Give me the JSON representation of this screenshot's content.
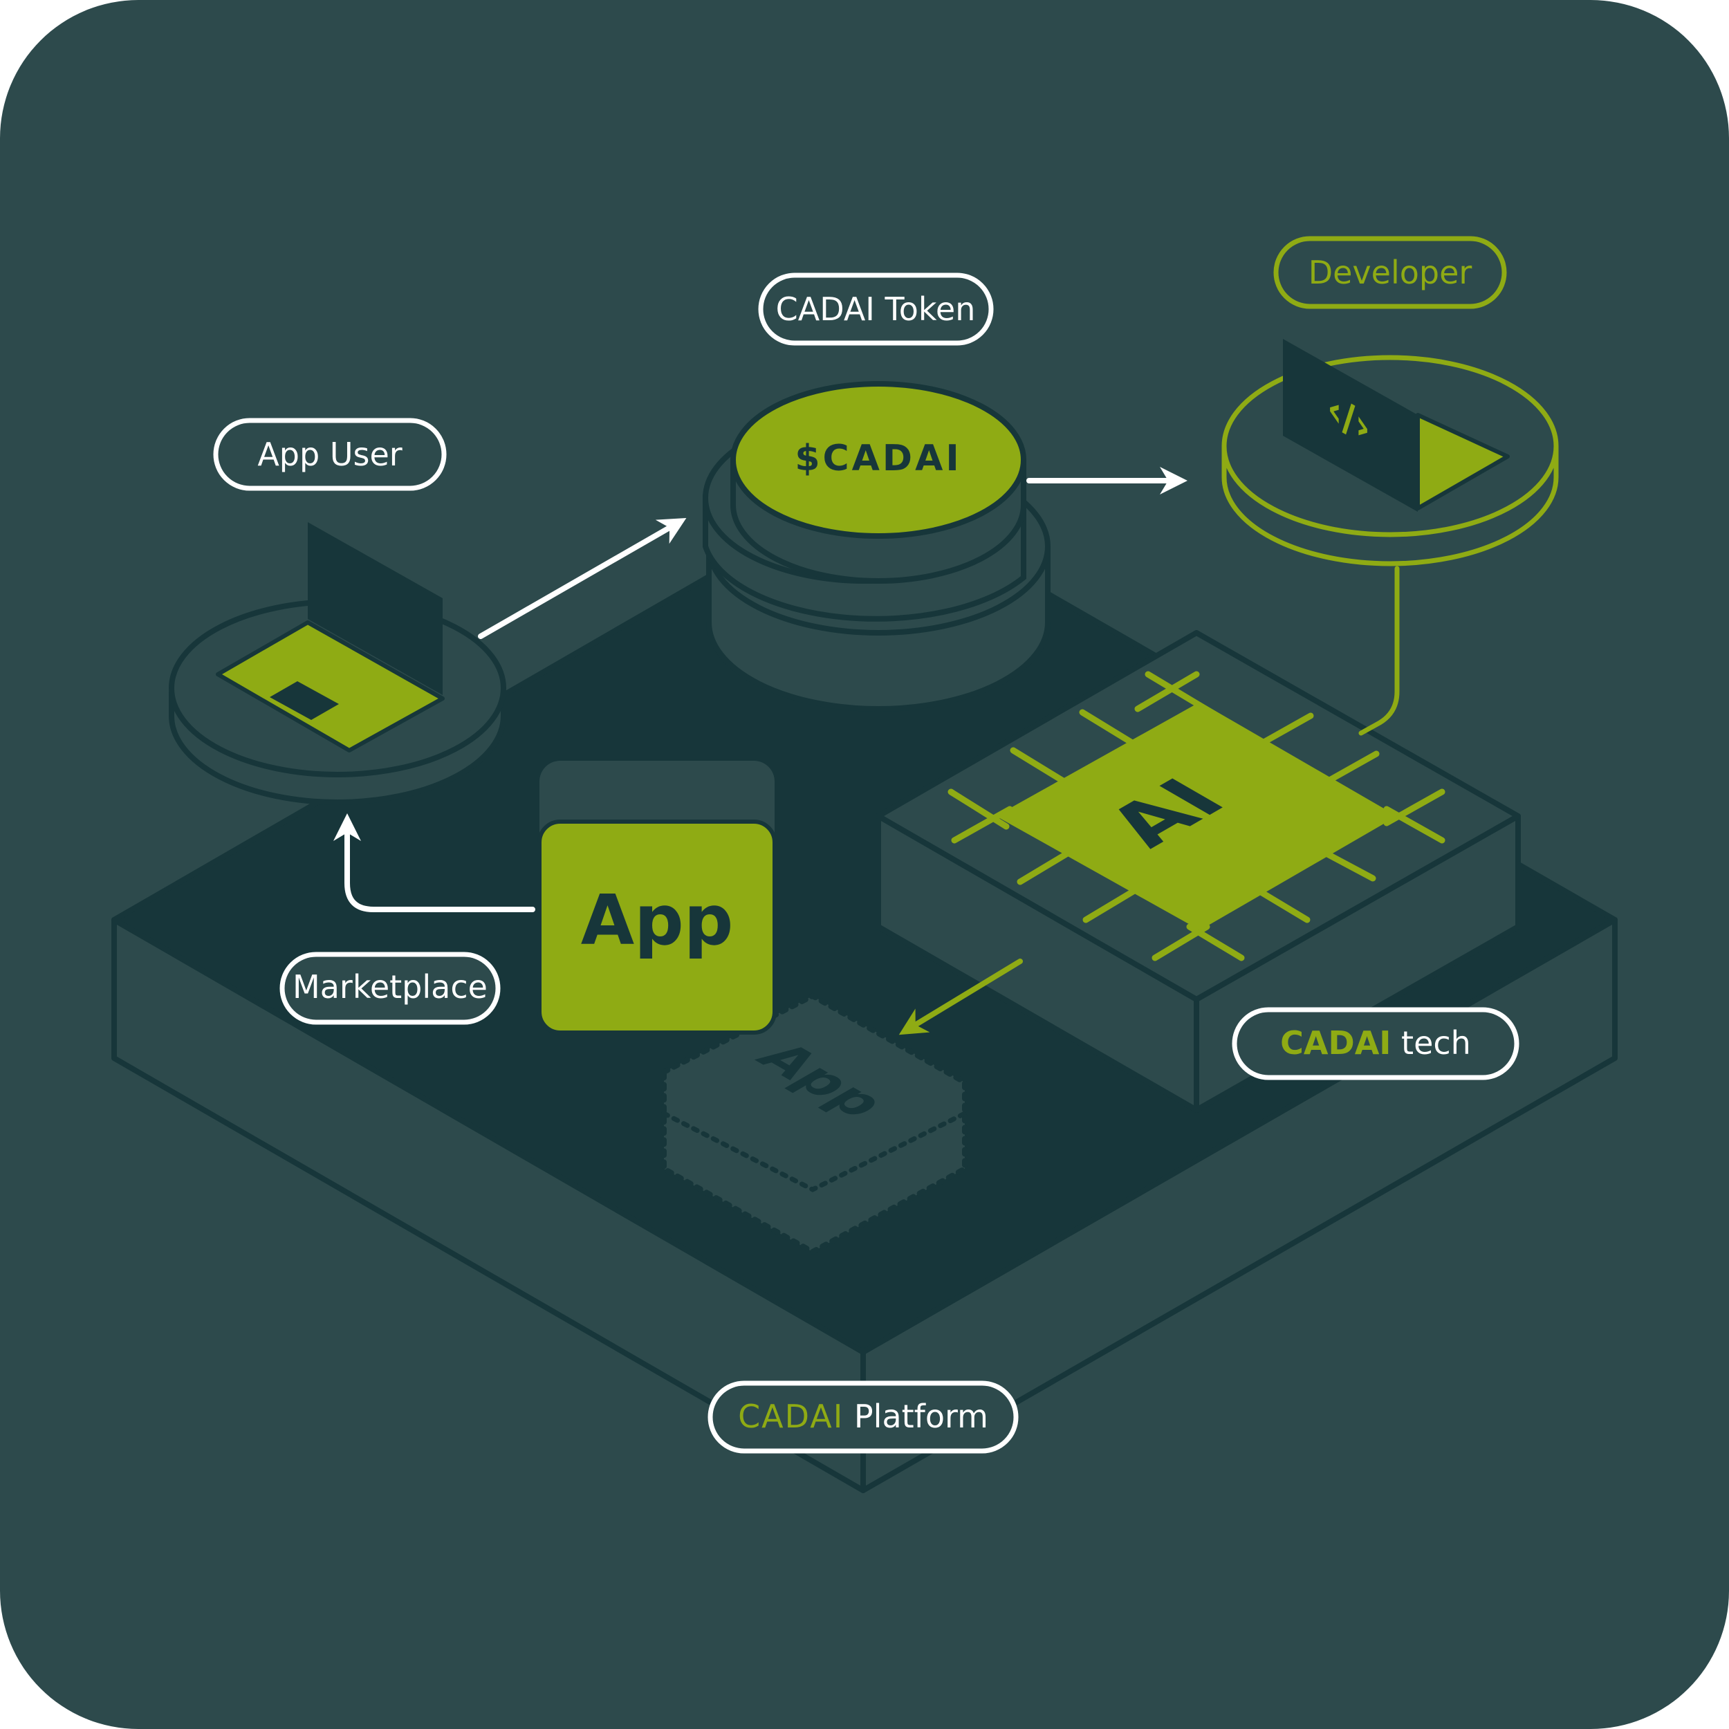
{
  "colors": {
    "background": "#2d4a4c",
    "platform_top": "#17363a",
    "platform_side": "#2d4a4c",
    "outline": "#17363a",
    "accent": "#8fab14",
    "white": "#ffffff"
  },
  "labels": {
    "app_user": "App User",
    "cadai_token": "CADAI Token",
    "developer": "Developer",
    "marketplace": "Marketplace",
    "cadai_tech_brand": "CADAI",
    "cadai_tech_suffix": " tech",
    "platform_brand": "CADAI",
    "platform_suffix": " Platform"
  },
  "token": {
    "symbol": "$CADAI"
  },
  "app_card": {
    "label": "App"
  },
  "ai_chip": {
    "label": "AI"
  },
  "ghost_app": {
    "label": "App"
  },
  "developer_screen": {
    "code_glyph": "‹/›"
  },
  "icons": [
    "laptop-icon",
    "code-laptop-icon",
    "coin-stack-icon",
    "ai-chip-icon",
    "app-card-icon"
  ]
}
